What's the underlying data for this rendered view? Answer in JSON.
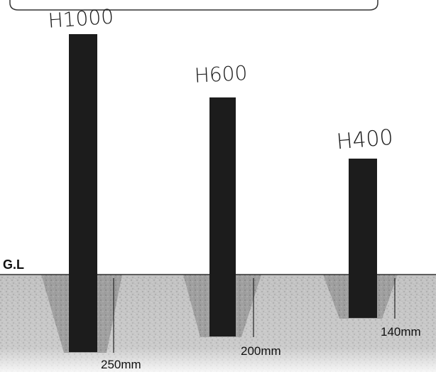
{
  "ground_label": "G.L",
  "posts": [
    {
      "height_label": "H1000",
      "depth_label": "250mm"
    },
    {
      "height_label": "H600",
      "depth_label": "200mm"
    },
    {
      "height_label": "H400",
      "depth_label": "140mm"
    }
  ],
  "colors": {
    "post": "#1c1c1c",
    "soil": "#bdbdbd",
    "soil_dug": "#8f8f8f",
    "ground_line": "#333333",
    "frame": "#333333"
  }
}
